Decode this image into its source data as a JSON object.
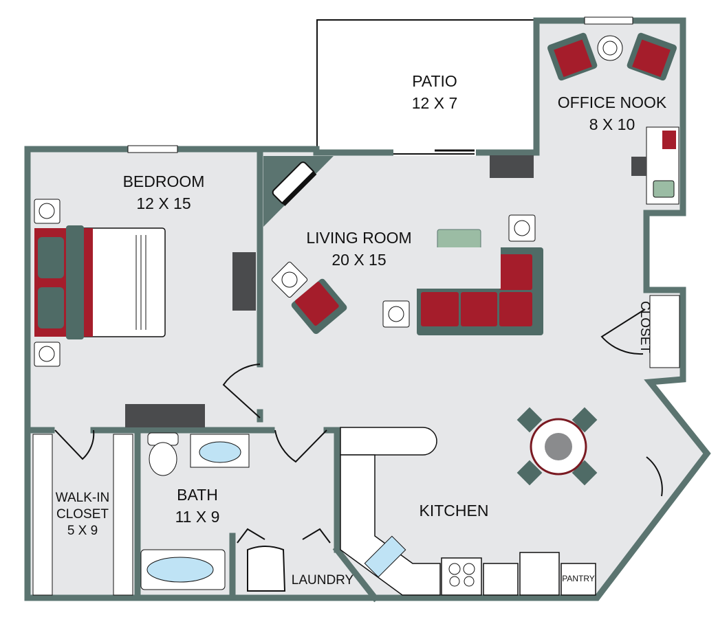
{
  "rooms": {
    "patio": {
      "name": "PATIO",
      "size": "12 X 7"
    },
    "office": {
      "name": "OFFICE NOOK",
      "size": "8 X 10"
    },
    "bedroom": {
      "name": "BEDROOM",
      "size": "12 X 15"
    },
    "living": {
      "name": "LIVING ROOM",
      "size": "20 X 15"
    },
    "closet": {
      "name": "CLOSET"
    },
    "walkin": {
      "name1": "WALK-IN",
      "name2": "CLOSET",
      "size": "5 X 9"
    },
    "bath": {
      "name": "BATH",
      "size": "11 X 9"
    },
    "kitchen": {
      "name": "KITCHEN"
    },
    "laundry": {
      "name": "LAUNDRY"
    },
    "pantry": {
      "name": "PANTRY"
    }
  },
  "colors": {
    "wall": "#5b7470",
    "floor": "#e6e7e9",
    "accent_red": "#a51d2b",
    "accent_green": "#9bbca4"
  }
}
